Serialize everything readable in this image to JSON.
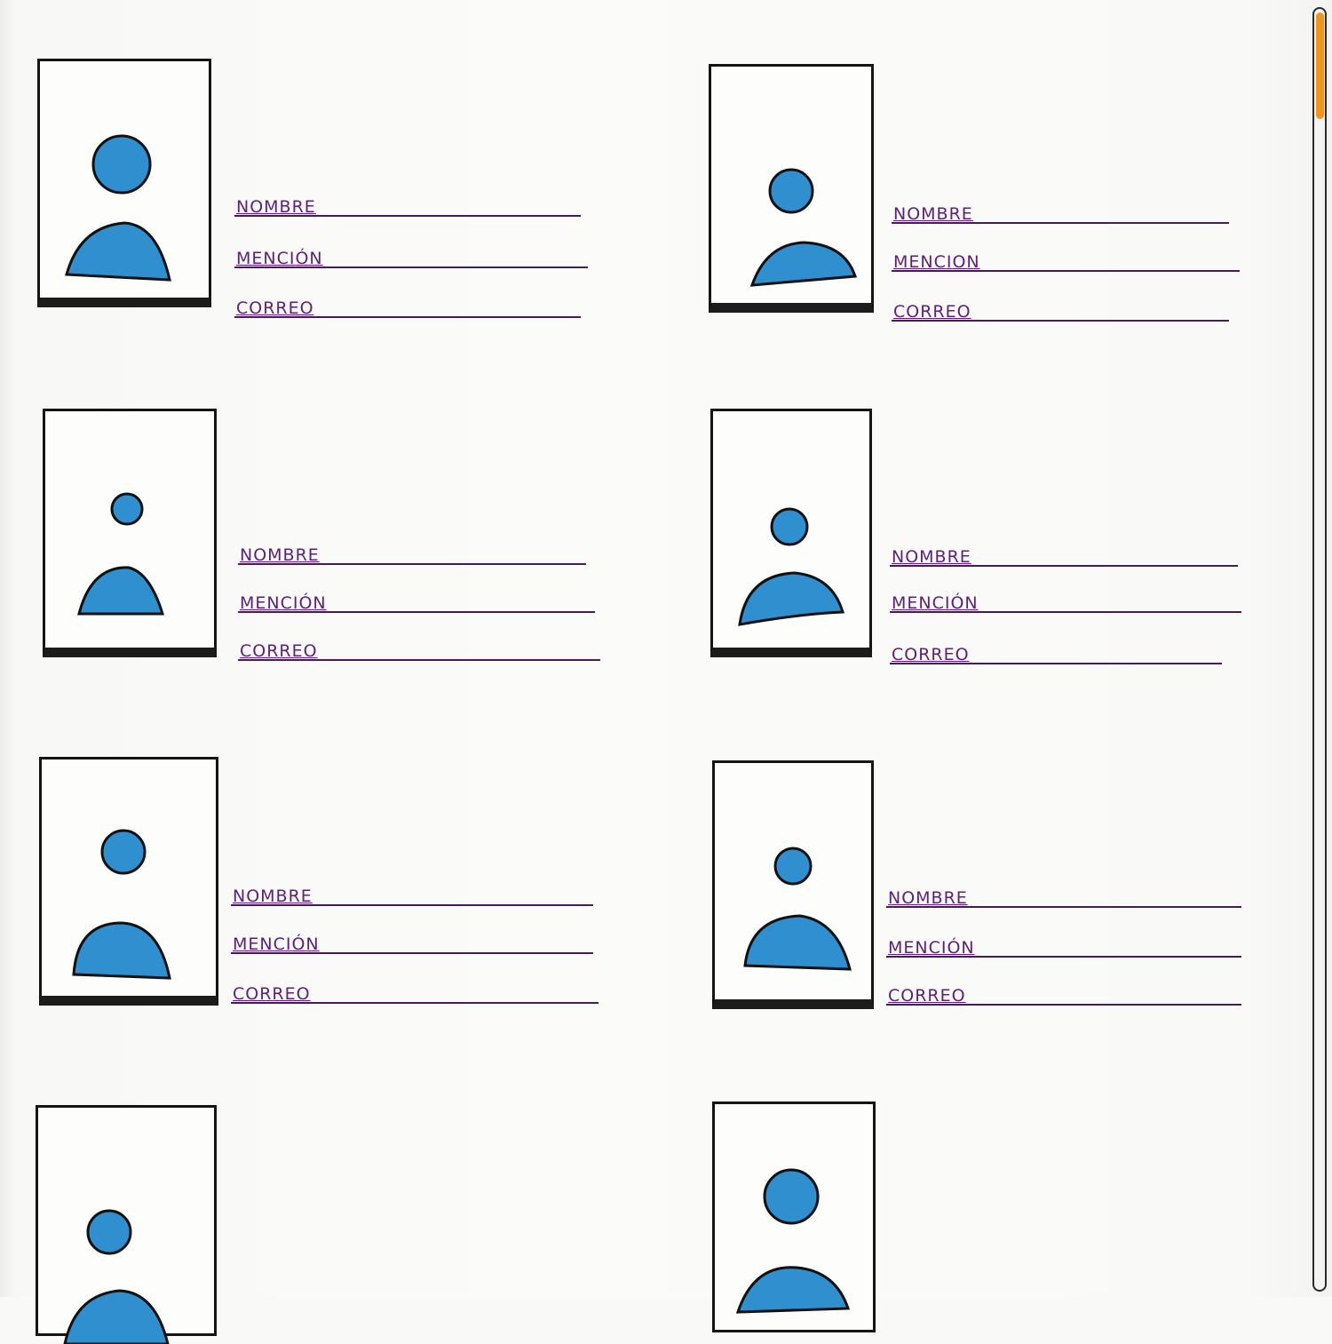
{
  "cards": [
    {
      "id": "card-1",
      "labels": {
        "name": "NOMBRE",
        "mention": "MENCIÓN",
        "email": "CORREO"
      }
    },
    {
      "id": "card-2",
      "labels": {
        "name": "NOMBRE",
        "mention": "MENCION",
        "email": "CORREO"
      }
    },
    {
      "id": "card-3",
      "labels": {
        "name": "NOMBRE",
        "mention": "MENCIÓN",
        "email": "CORREO"
      }
    },
    {
      "id": "card-4",
      "labels": {
        "name": "NOMBRE",
        "mention": "MENCIÓN",
        "email": "CORREO"
      }
    },
    {
      "id": "card-5",
      "labels": {
        "name": "NOMBRE",
        "mention": "MENCIÓN",
        "email": "CORREO"
      }
    },
    {
      "id": "card-6",
      "labels": {
        "name": "NOMBRE",
        "mention": "MENCIÓN",
        "email": "CORREO"
      }
    },
    {
      "id": "card-7",
      "labels": {}
    },
    {
      "id": "card-8",
      "labels": {}
    }
  ],
  "icons": {
    "placeholder": "person-silhouette-icon"
  },
  "colors": {
    "icon_fill": "#2f8fcf",
    "label_ink": "#5d1f7a",
    "frame": "#141414",
    "scroll_thumb": "#f0951f"
  },
  "scroll": {
    "position_fraction": 0.0
  }
}
